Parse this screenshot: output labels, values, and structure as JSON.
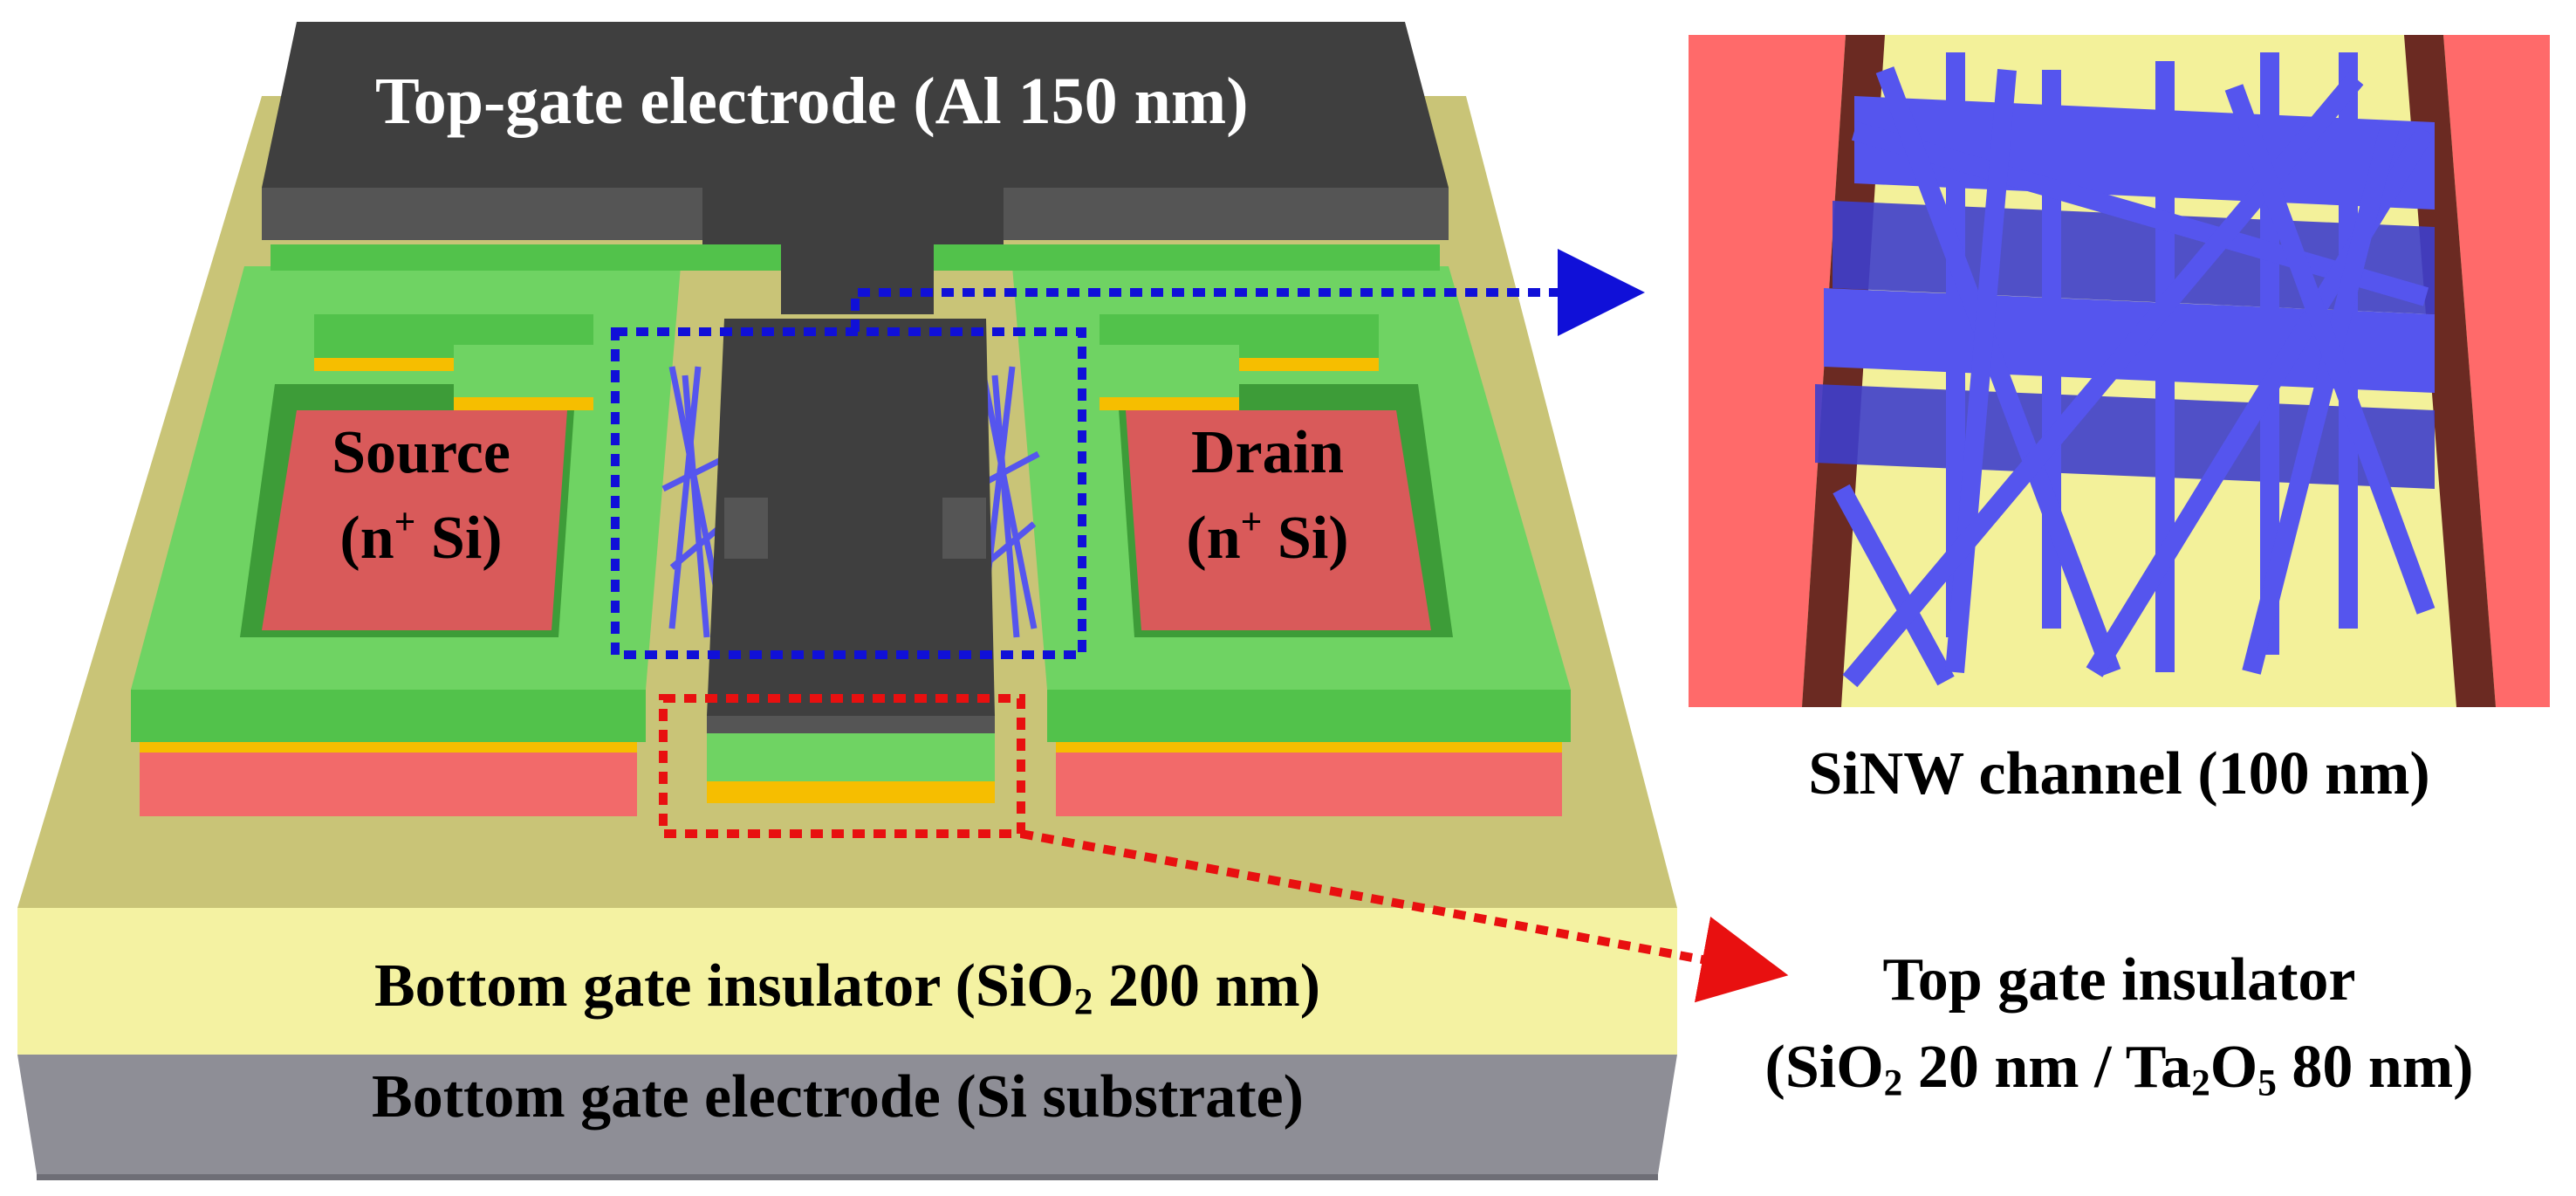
{
  "labels": {
    "top_gate_electrode": "Top-gate electrode (Al 150 nm)",
    "source_name": "Source",
    "source_doping_prefix": "(n",
    "source_doping_sup": "+",
    "source_doping_suffix": " Si)",
    "drain_name": "Drain",
    "drain_doping_prefix": "(n",
    "drain_doping_sup": "+",
    "drain_doping_suffix": " Si)",
    "sinw_channel": "SiNW channel (100 nm)",
    "bottom_insulator_prefix": "Bottom gate insulator (SiO",
    "bottom_insulator_sub": "2",
    "bottom_insulator_suffix": " 200 nm)",
    "bottom_electrode": "Bottom gate electrode (Si substrate)",
    "top_insulator_line1": "Top gate insulator",
    "top_insulator_l2_a": "(SiO",
    "top_insulator_l2_sub1": "2",
    "top_insulator_l2_b": " 20 nm / Ta",
    "top_insulator_l2_sub2": "2",
    "top_insulator_l2_c": "O",
    "top_insulator_l2_sub3": "5",
    "top_insulator_l2_d": " 80 nm)"
  },
  "colors": {
    "substrate": "#8e8e96",
    "substrate_dark": "#6e6e76",
    "bottom_insulator": "#f4f2a2",
    "bottom_insulator_top": "#c9c477",
    "source_drain": "#f26a6a",
    "source_drain_top": "#d95a5a",
    "green_layer": "#52c24b",
    "green_light": "#6fd363",
    "green_dark": "#3d9c38",
    "yellow_layer": "#f6be00",
    "gate_metal": "#3f3f3f",
    "gate_metal_dark": "#555555",
    "nanowire": "#5555ee",
    "nanowire_dark": "#3e3ecc",
    "inset_background": "#f3f19a",
    "inset_electrode": "#ff6a6a",
    "inset_electrode_edge": "#6b2a22",
    "blue_arrow": "#1010d8",
    "red_arrow": "#e81010"
  }
}
